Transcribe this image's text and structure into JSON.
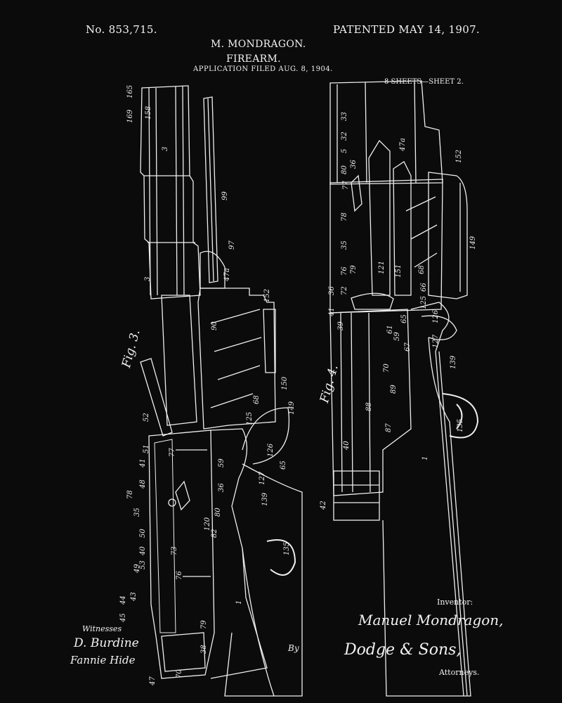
{
  "header": {
    "patent_number": "No. 853,715.",
    "patented_date": "PATENTED MAY 14, 1907.",
    "inventor_name": "M. MONDRAGON.",
    "title": "FIREARM.",
    "application_filed": "APPLICATION FILED AUG. 8, 1904.",
    "sheets": "8 SHEETS—SHEET 2."
  },
  "figures": {
    "fig3_label": "Fig. 3.",
    "fig4_label": "Fig. 4.",
    "fig3_refs": [
      "165",
      "169",
      "158",
      "3",
      "99",
      "97",
      "3",
      "47a",
      "152",
      "90",
      "150",
      "149",
      "68",
      "125",
      "52",
      "51",
      "41",
      "48",
      "78",
      "35",
      "50",
      "40",
      "49",
      "53",
      "44",
      "43",
      "45",
      "47",
      "70",
      "38",
      "79",
      "1",
      "135",
      "139",
      "127",
      "65",
      "126",
      "59",
      "36",
      "77",
      "80",
      "120",
      "82",
      "73",
      "76"
    ],
    "fig4_refs": [
      "33",
      "32",
      "5",
      "80",
      "36",
      "77",
      "47a",
      "152",
      "78",
      "35",
      "121",
      "151",
      "149",
      "68",
      "79",
      "76",
      "72",
      "36",
      "41",
      "39",
      "66",
      "125",
      "126",
      "127",
      "139",
      "135",
      "65",
      "59",
      "61",
      "67",
      "70",
      "89",
      "88",
      "87",
      "40",
      "1",
      "42"
    ]
  },
  "footer": {
    "witnesses_label": "Witnesses",
    "witness_1": "D. Burdine",
    "witness_2": "Fannie Hide",
    "inventor_label": "Inventor:",
    "inventor_signature": "Manuel Mondragon,",
    "by_label": "By",
    "attorney_signature": "Dodge & Sons,",
    "attorneys_label": "Attorneys."
  },
  "colors": {
    "background": "#0b0b0b",
    "ink": "#f2f2f2"
  }
}
